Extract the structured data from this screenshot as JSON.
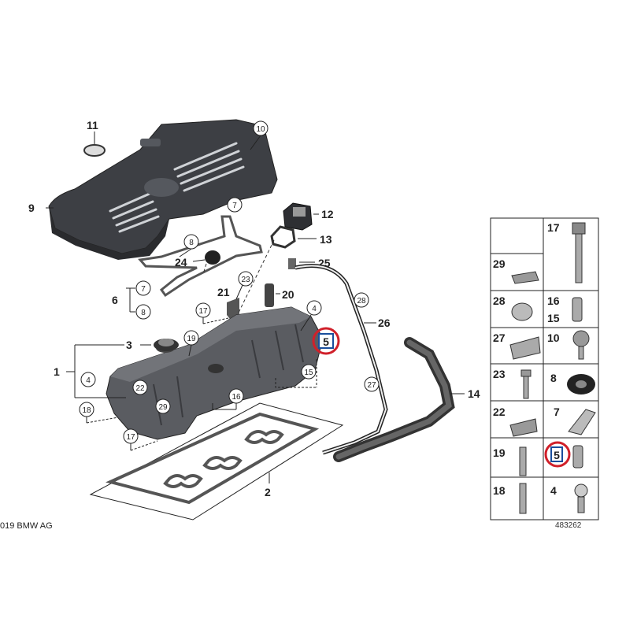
{
  "callouts_main": {
    "c1": "1",
    "c2": "2",
    "c3": "3",
    "c4a": "4",
    "c4b": "4",
    "c5": "5",
    "c6": "6",
    "c7a": "7",
    "c7b": "7",
    "c8a": "8",
    "c8b": "8",
    "c9": "9",
    "c10": "10",
    "c11": "11",
    "c12": "12",
    "c13": "13",
    "c14": "14",
    "c15": "15",
    "c16": "16",
    "c17a": "17",
    "c17b": "17",
    "c18": "18",
    "c19": "19",
    "c20": "20",
    "c21": "21",
    "c22": "22",
    "c23": "23",
    "c24": "24",
    "c25": "25",
    "c26": "26",
    "c27": "27",
    "c28": "28",
    "c29": "29"
  },
  "parts_grid": {
    "r0": {
      "right": "17"
    },
    "r1": {
      "left": "29"
    },
    "r2": {
      "left": "28",
      "right_top": "16",
      "right_bottom": "15"
    },
    "r3": {
      "left": "27",
      "right": "10"
    },
    "r4": {
      "left": "23",
      "right": "8"
    },
    "r5": {
      "left": "22",
      "right": "7"
    },
    "r6": {
      "left": "19",
      "right": "5"
    },
    "r7": {
      "left": "18",
      "right": "4"
    }
  },
  "footer": {
    "copyright": "019 BMW AG",
    "reference_number": "483262"
  },
  "highlight": {
    "color": "#d0202a",
    "box_color": "#1a4e9c"
  }
}
